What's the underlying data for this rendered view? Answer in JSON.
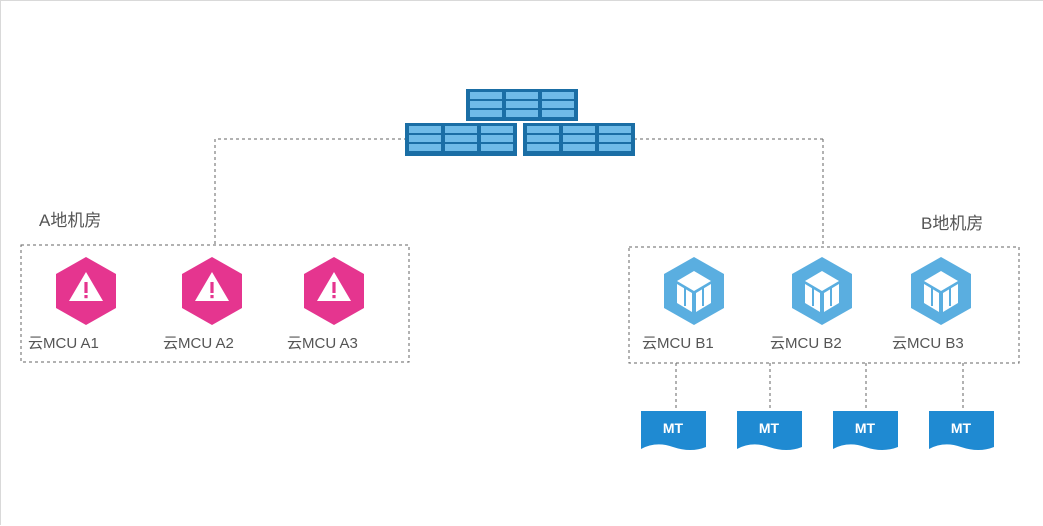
{
  "rooms": {
    "a": {
      "label": "A地机房"
    },
    "b": {
      "label": "B地机房"
    }
  },
  "nodes_a": [
    {
      "label": "云MCU A1",
      "icon": "warning-hexagon-icon",
      "status": "alarm"
    },
    {
      "label": "云MCU A2",
      "icon": "warning-hexagon-icon",
      "status": "alarm"
    },
    {
      "label": "云MCU A3",
      "icon": "warning-hexagon-icon",
      "status": "alarm"
    }
  ],
  "nodes_b": [
    {
      "label": "云MCU B1",
      "icon": "cube-hexagon-icon",
      "status": "normal"
    },
    {
      "label": "云MCU B2",
      "icon": "cube-hexagon-icon",
      "status": "normal"
    },
    {
      "label": "云MCU B3",
      "icon": "cube-hexagon-icon",
      "status": "normal"
    }
  ],
  "terminals": [
    {
      "label": "MT"
    },
    {
      "label": "MT"
    },
    {
      "label": "MT"
    },
    {
      "label": "MT"
    }
  ],
  "core": {
    "icon": "server-cluster-icon"
  },
  "colors": {
    "alarm": "#e5358f",
    "normal": "#5aaee0",
    "terminal": "#1f8ad2",
    "server_fill": "#6fbbe8",
    "server_border": "#1a6ea5"
  }
}
